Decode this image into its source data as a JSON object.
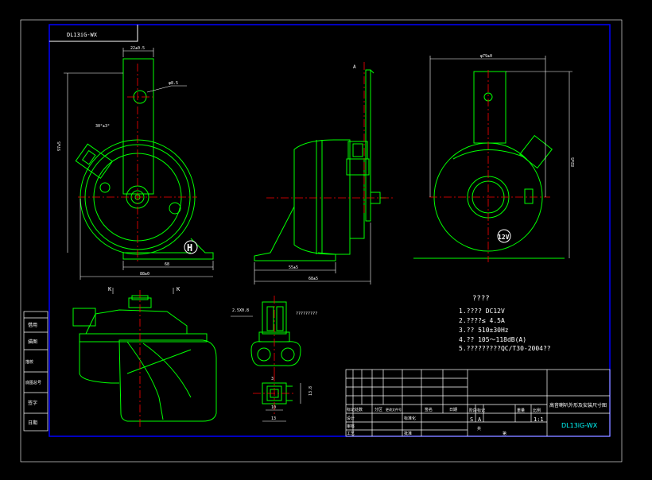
{
  "title_block_top": "DL13iG-WX",
  "drawing_title": "高音喇叭外形及安装尺寸图",
  "drawing_code": "DL13iG-WX",
  "scale": "1:1",
  "spec_heading": "????",
  "specs": [
    "1.????  DC12V",
    "2.????≤   4.5A",
    "3.?? 510±30Hz",
    "4.?? 105～118dB(A)",
    "5.?????????QC/T30-2004??"
  ],
  "badge_h": "H",
  "badge_12v": "12V",
  "mount_note": "?????????",
  "conn_note": "??????",
  "conn_size": "2.5X0.8",
  "dims": {
    "bracket_w": "22±0.5",
    "hole": "φ8.5",
    "angle": "30°±3°",
    "height_left": "97±5",
    "base_w": "68",
    "overall_w": "88±0",
    "depth_base": "55±5",
    "depth_total": "68±5",
    "right_dia": "φ79±0",
    "right_h": "82±5",
    "conn_w": "10",
    "conn_total": "13",
    "conn_h": "13.8"
  },
  "section_marks": [
    "K",
    "K"
  ],
  "title_block_headers": [
    "标记",
    "处数",
    "分区",
    "更改文件号",
    "签名",
    "日期"
  ],
  "title_block_rows": [
    "设计",
    "审核",
    "工艺"
  ],
  "title_block_right": [
    "阶段标记",
    "重量",
    "比例"
  ],
  "stage_marks": [
    "S",
    "A"
  ],
  "approve": "批准",
  "std": "标准化",
  "sheet_total": "共",
  "sheet_no": "第",
  "left_strip": [
    "借用",
    "描图",
    "描校",
    "底图总号",
    "签字",
    "日期"
  ]
}
